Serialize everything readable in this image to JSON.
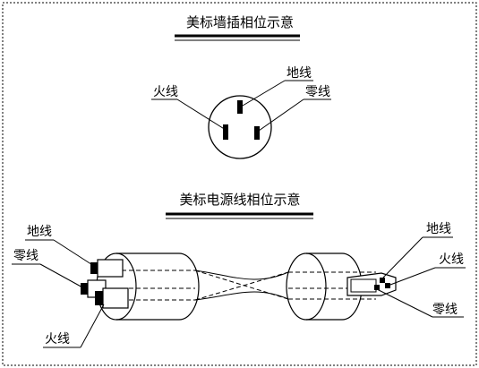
{
  "wall_outlet": {
    "title": "美标墙插相位示意",
    "labels": {
      "ground": "地线",
      "live": "火线",
      "neutral": "零线"
    }
  },
  "power_cord": {
    "title": "美标电源线相位示意",
    "left_labels": {
      "ground": "地线",
      "neutral": "零线",
      "live": "火线"
    },
    "right_labels": {
      "ground": "地线",
      "live": "火线",
      "neutral": "零线"
    }
  }
}
